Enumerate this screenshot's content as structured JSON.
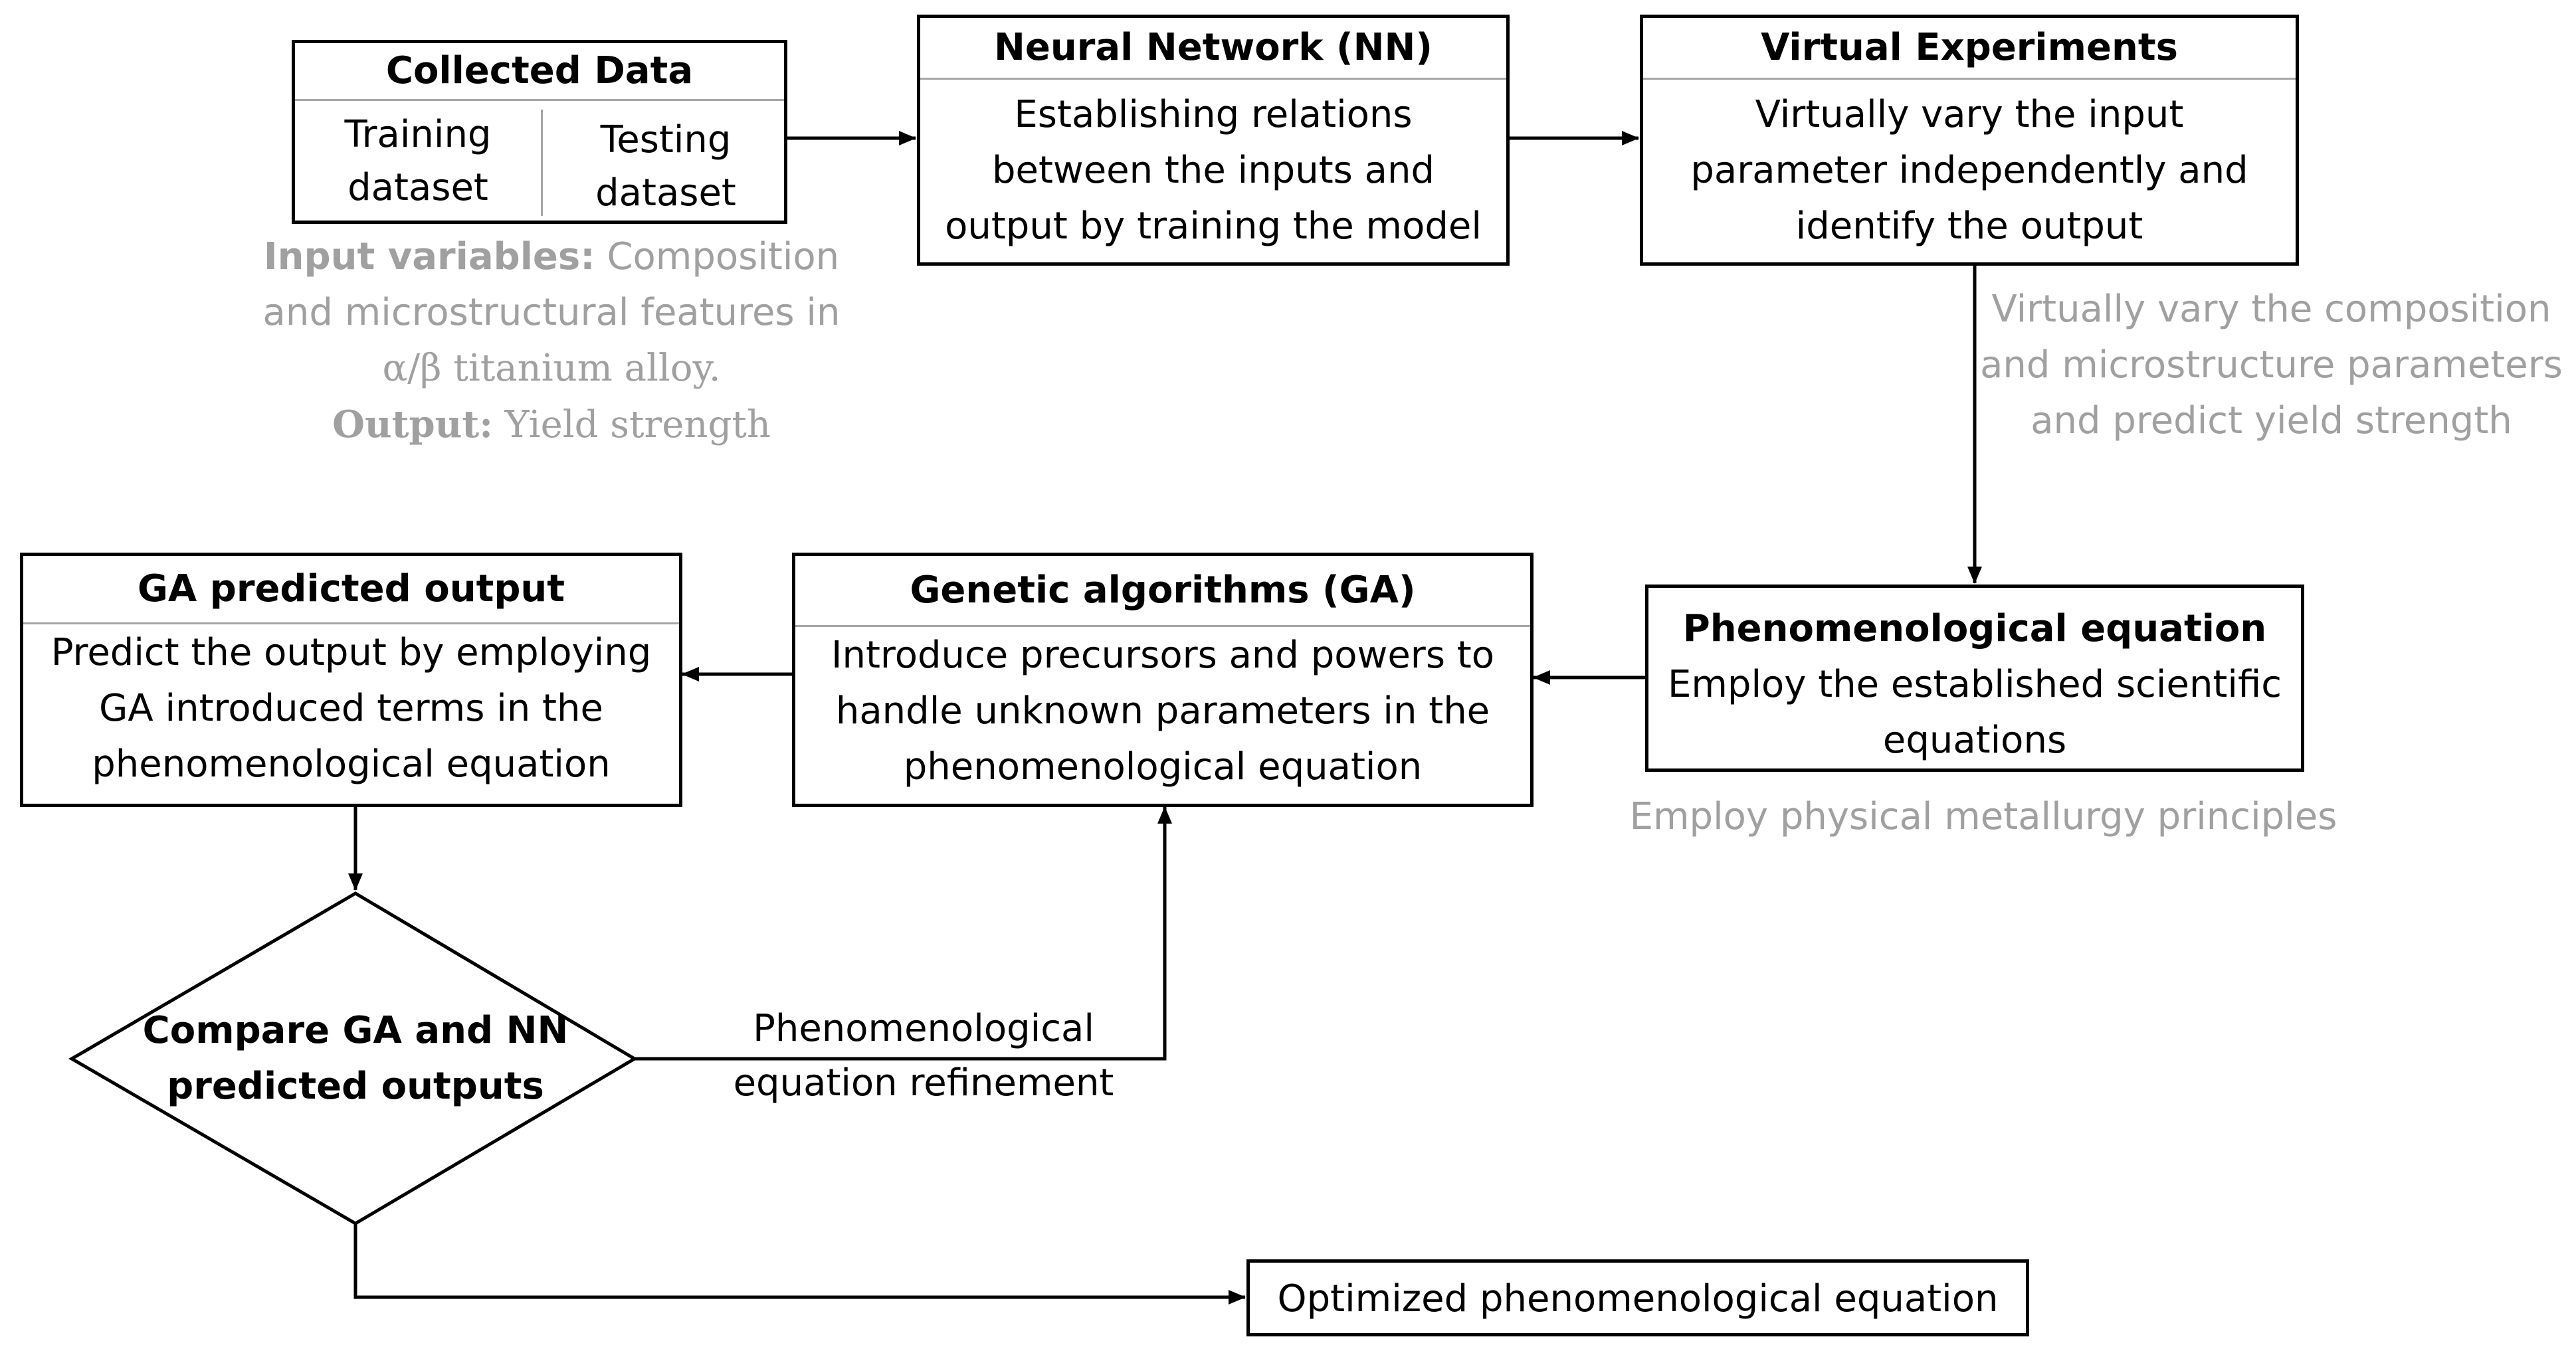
{
  "collected": {
    "title": "Collected Data",
    "training_l1": "Training",
    "training_l2": "dataset",
    "testing_l1": "Testing",
    "testing_l2": "dataset"
  },
  "input_note": {
    "line1_label": "Input variables:",
    "line1_rest": " Composition",
    "line2": "and microstructural features in",
    "line3": "α/β titanium alloy.",
    "line4_label": "Output:",
    "line4_rest": " Yield strength"
  },
  "nn": {
    "title": "Neural Network (NN)",
    "l1": "Establishing relations",
    "l2": "between the inputs and",
    "l3": "output by training the model"
  },
  "virtual": {
    "title": "Virtual Experiments",
    "l1": "Virtually vary the input",
    "l2": "parameter independently and",
    "l3": "identify the output"
  },
  "virtual_note": {
    "l1": "Virtually vary the composition",
    "l2": "and microstructure parameters",
    "l3": "and predict yield strength"
  },
  "pheno": {
    "title": "Phenomenological equation",
    "l1": "Employ the established scientific",
    "l2": "equations"
  },
  "pheno_note": "Employ physical metallurgy principles",
  "ga": {
    "title": "Genetic algorithms (GA)",
    "l1": "Introduce precursors and powers to",
    "l2": "handle unknown parameters in the",
    "l3": "phenomenological equation"
  },
  "gapred": {
    "title": "GA predicted output",
    "l1": "Predict the output by employing",
    "l2": "GA introduced terms in the",
    "l3": "phenomenological equation"
  },
  "compare": {
    "l1": "Compare GA and NN",
    "l2": "predicted outputs"
  },
  "refine": {
    "l1": "Phenomenological",
    "l2": "equation refinement"
  },
  "optimized": "Optimized phenomenological equation"
}
